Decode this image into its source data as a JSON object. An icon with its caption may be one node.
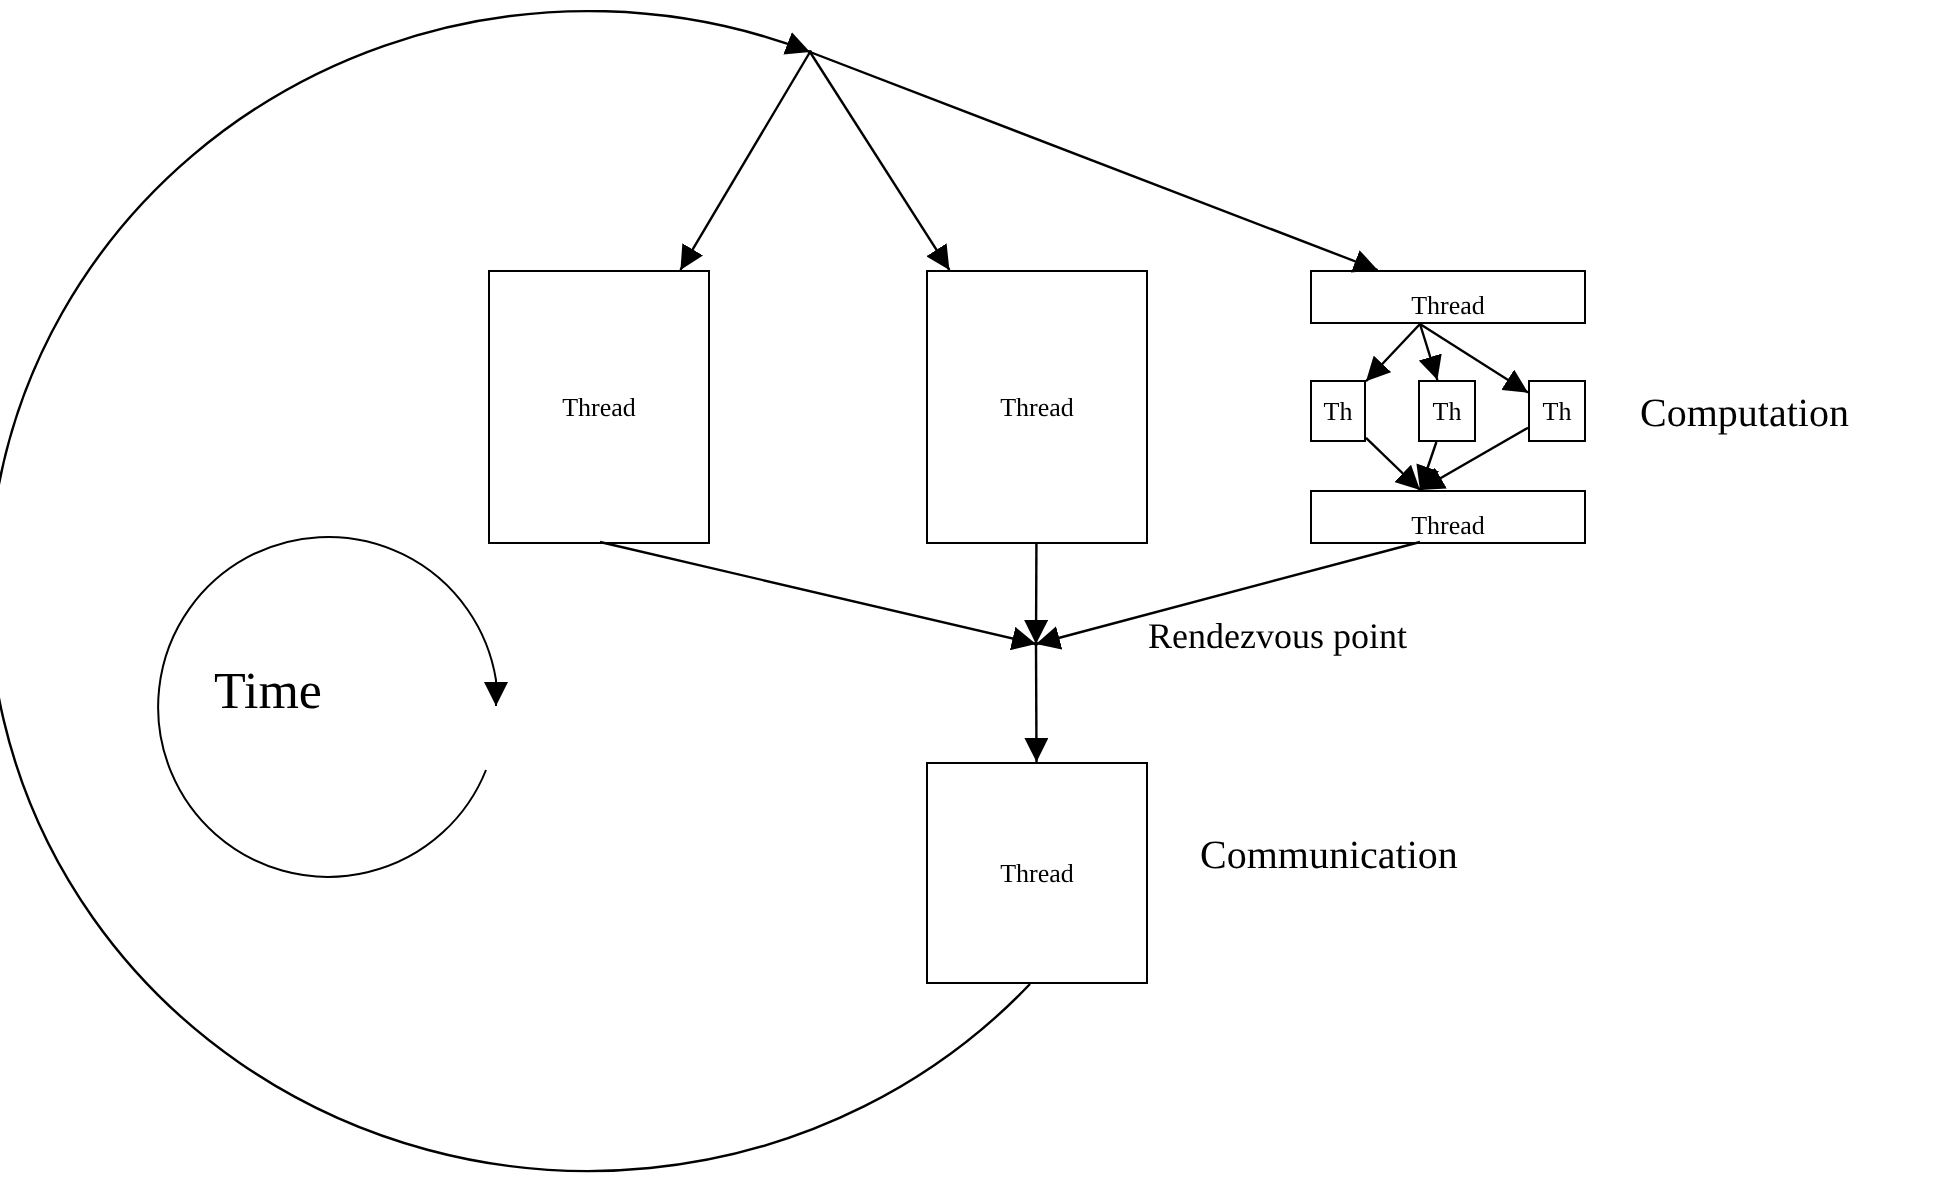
{
  "diagram": {
    "nodes": [
      {
        "text": [],
        "shape": "point"
      },
      {
        "text": [
          "Thread"
        ]
      },
      {
        "text": [
          "Thread"
        ]
      },
      {
        "text": [
          "Thread"
        ]
      },
      {
        "text": [
          "Th"
        ]
      },
      {
        "text": [
          "Th"
        ]
      },
      {
        "text": [
          "Th"
        ]
      },
      {
        "text": [
          "Thread"
        ]
      },
      {
        "text": [],
        "shape": "point",
        "beside": [
          "Rendezvous point"
        ]
      },
      {
        "text": [
          "Thread"
        ],
        "beside": [
          "Communication"
        ]
      }
    ],
    "edges": [
      {
        "from": 9,
        "to": 0,
        "arrow": "to"
      },
      {
        "from": 0,
        "to": 1,
        "arrow": "to"
      },
      {
        "from": 0,
        "to": 2,
        "arrow": "to"
      },
      {
        "from": 0,
        "to": 3,
        "arrow": "to"
      },
      {
        "from": 3,
        "to": 4,
        "arrow": "to"
      },
      {
        "from": 3,
        "to": 5,
        "arrow": "to"
      },
      {
        "from": 3,
        "to": 6,
        "arrow": "to"
      },
      {
        "from": 4,
        "to": 7,
        "arrow": "to"
      },
      {
        "from": 5,
        "to": 7,
        "arrow": "to"
      },
      {
        "from": 6,
        "to": 7,
        "arrow": "to"
      },
      {
        "from": 1,
        "to": 8,
        "arrow": "to"
      },
      {
        "from": 2,
        "to": 8,
        "arrow": "to"
      },
      {
        "from": 7,
        "to": 8,
        "arrow": "to"
      },
      {
        "from": 8,
        "to": 9,
        "arrow": "to"
      }
    ],
    "labels": [
      "Computation",
      "Time"
    ]
  }
}
